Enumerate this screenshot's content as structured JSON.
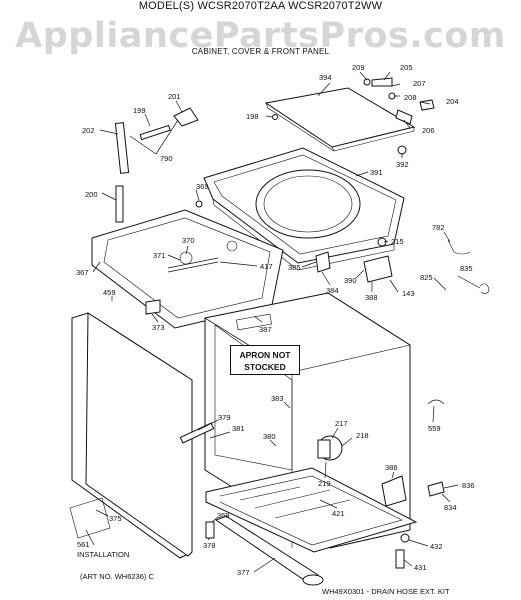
{
  "header": {
    "model_line": "MODEL(S) WCSR2070T2AA  WCSR2070T2WW",
    "watermark": "AppliancePartsPros.com",
    "section_title": "CABINET, COVER & FRONT PANEL"
  },
  "apron_note": {
    "line1": "APRON NOT",
    "line2": "STOCKED"
  },
  "install_note": {
    "number": "561",
    "text": "INSTALLATION"
  },
  "art_no": "(ART NO. WH6236) C",
  "kit_note": "WH49X0301 - DRAIN HOSE EXT. KIT",
  "callouts": {
    "c394": "394",
    "c209": "209",
    "c205": "205",
    "c207": "207",
    "c208": "208",
    "c204": "204",
    "c206": "206",
    "c198": "198",
    "c201": "201",
    "c199": "199",
    "c202": "202",
    "c790": "790",
    "c392": "392",
    "c391": "391",
    "c369a": "369",
    "c200": "200",
    "c782": "782",
    "c215": "215",
    "c370": "370",
    "c371": "371",
    "c417": "417",
    "c385": "385",
    "c390": "390",
    "c835": "835",
    "c367": "367",
    "c825": "825",
    "c384": "384",
    "c143": "143",
    "c388": "388",
    "c459": "459",
    "c373": "373",
    "c387": "387",
    "c383": "383",
    "c379": "379",
    "c381": "381",
    "c217": "217",
    "c218": "218",
    "c559": "559",
    "c380": "380",
    "c219": "219",
    "c386": "386",
    "c421": "421",
    "c836": "836",
    "c375": "375",
    "c834": "834",
    "c369b": "369",
    "c378": "378",
    "c432": "432",
    "c377": "377",
    "c431": "431"
  }
}
